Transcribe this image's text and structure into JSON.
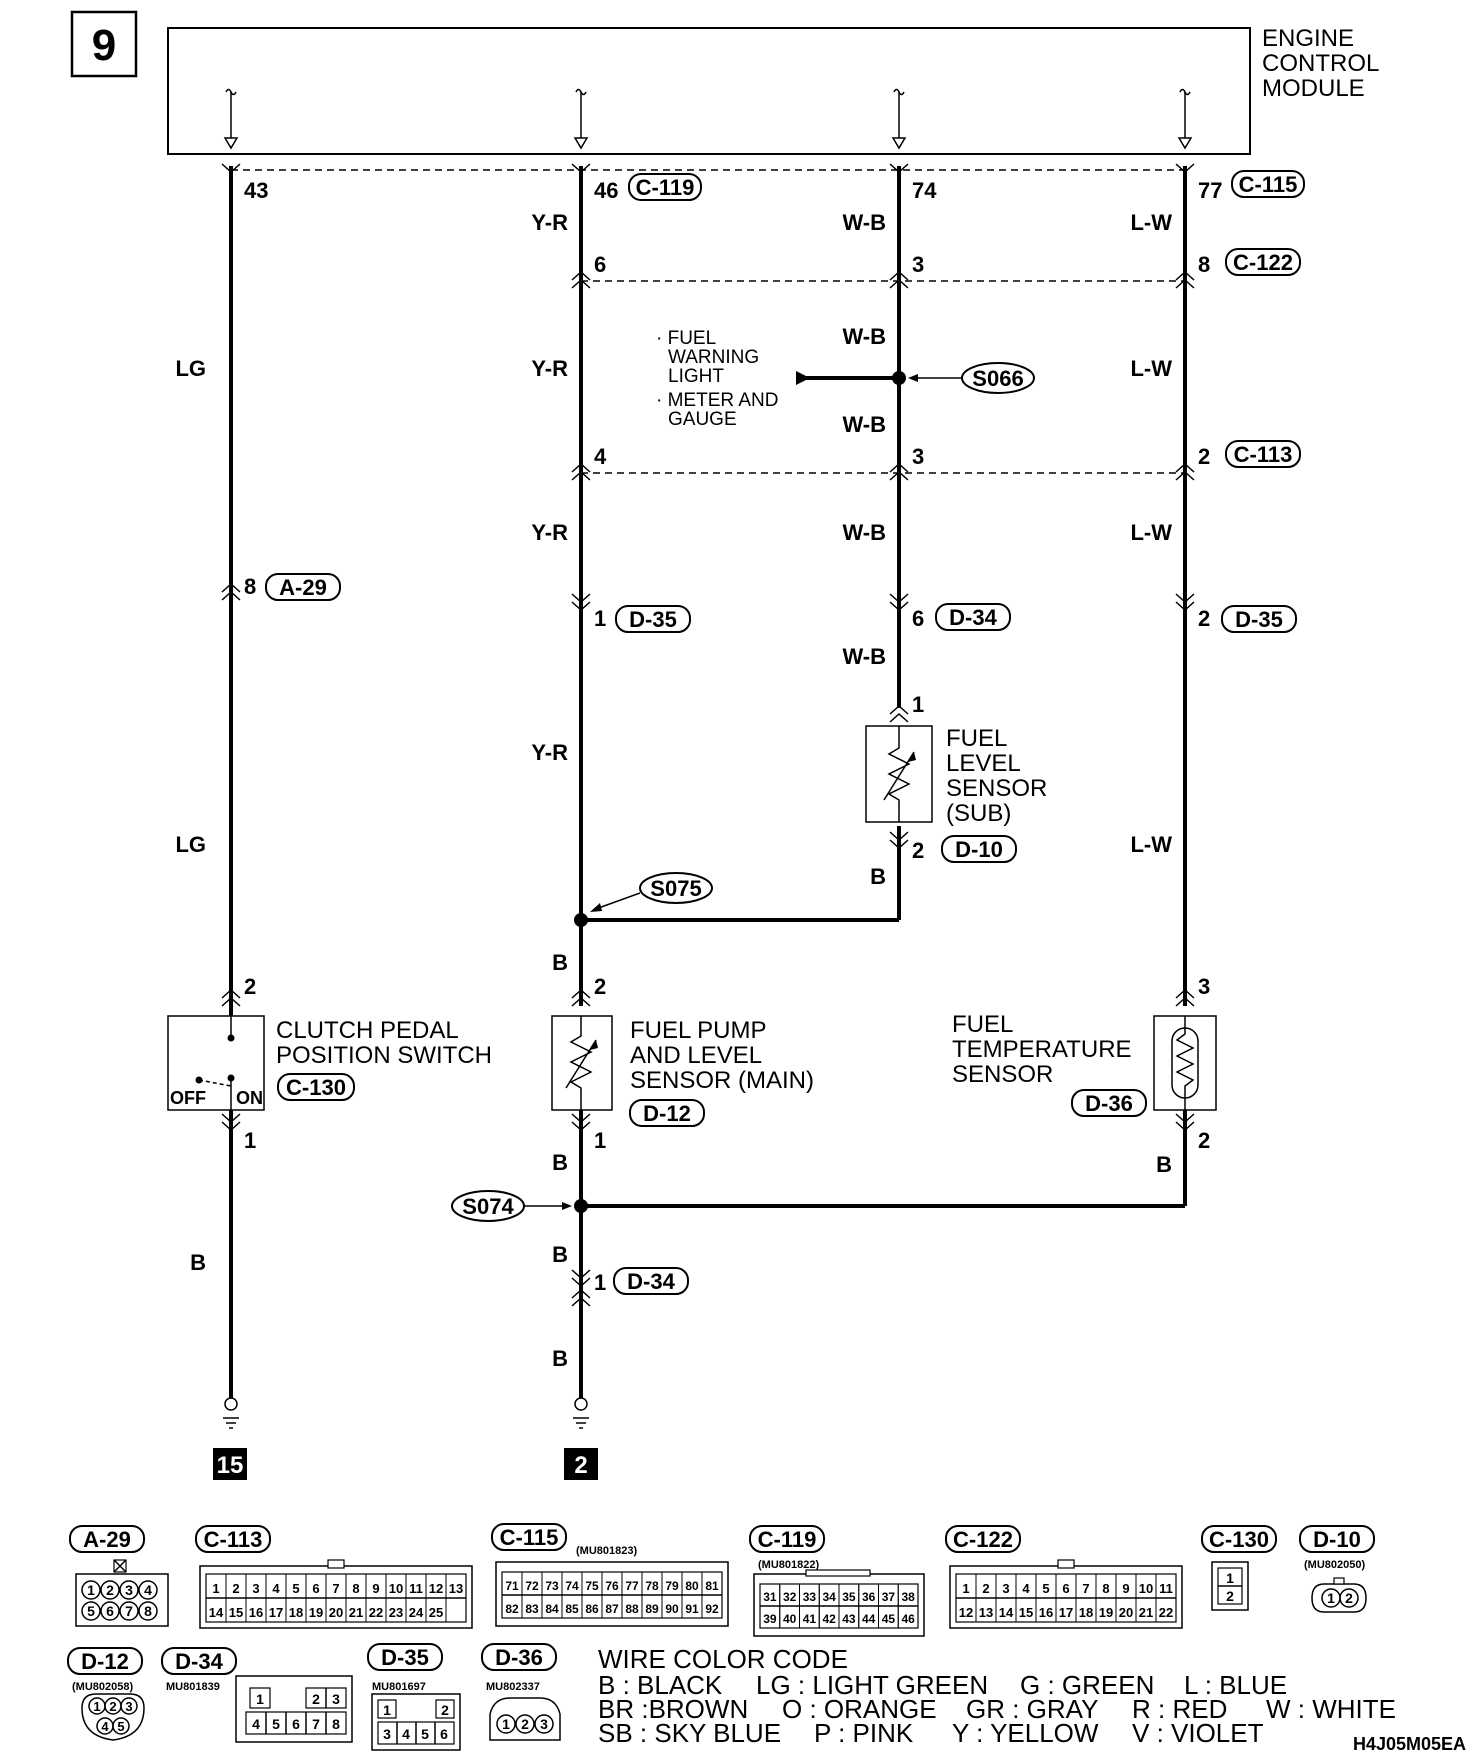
{
  "page_number": "9",
  "module_label": [
    "ENGINE",
    "CONTROL",
    "MODULE"
  ],
  "ecm_terminals": [
    {
      "pin": "43",
      "connector": ""
    },
    {
      "pin": "46",
      "connector": "C-119"
    },
    {
      "pin": "74",
      "connector": ""
    },
    {
      "pin": "77",
      "connector": "C-115"
    }
  ],
  "wire_colors": {
    "lg": "LG",
    "yr": "Y-R",
    "wb": "W-B",
    "lw": "L-W",
    "b": "B"
  },
  "junctions": [
    {
      "pins": [
        "6",
        "3",
        "8"
      ],
      "connector": "C-122"
    },
    {
      "pins": [
        "4",
        "3",
        "2"
      ],
      "connector": "C-113"
    }
  ],
  "splices": [
    "S066",
    "S075",
    "S074"
  ],
  "fuel_warning": [
    "· FUEL",
    "WARNING",
    "LIGHT",
    "· METER AND",
    "GAUGE"
  ],
  "col1": {
    "pin_a": "8",
    "conn_a": "A-29"
  },
  "col2": {
    "pin_d": "1",
    "conn_d": "D-35"
  },
  "col3": {
    "pin_d": "6",
    "conn_d": "D-34",
    "sensor_pin1": "1",
    "sensor_pin2": "2",
    "sensor_conn": "D-10"
  },
  "col4": {
    "pin_d": "2",
    "conn_d": "D-35"
  },
  "fuel_level_sensor": [
    "FUEL",
    "LEVEL",
    "SENSOR",
    "(SUB)"
  ],
  "clutch_switch": {
    "lines": [
      "CLUTCH PEDAL",
      "POSITION SWITCH"
    ],
    "connector": "C-130",
    "off": "OFF",
    "on": "ON",
    "pin_top": "2",
    "pin_bottom": "1"
  },
  "fuel_pump": {
    "lines": [
      "FUEL PUMP",
      "AND LEVEL",
      "SENSOR (MAIN)"
    ],
    "connector": "D-12",
    "pin_top": "2",
    "pin_bottom": "1"
  },
  "fuel_temp": {
    "lines": [
      "FUEL",
      "TEMPERATURE",
      "SENSOR"
    ],
    "connector": "D-36",
    "pin_top": "3",
    "pin_bottom": "2"
  },
  "ground_conn": {
    "pin": "1",
    "connector": "D-34"
  },
  "grounds": [
    "15",
    "2"
  ],
  "connector_views": [
    {
      "name": "A-29",
      "part": ""
    },
    {
      "name": "C-113",
      "part": ""
    },
    {
      "name": "C-115",
      "part": "(MU801823)"
    },
    {
      "name": "C-119",
      "part": "(MU801822)"
    },
    {
      "name": "C-122",
      "part": ""
    },
    {
      "name": "C-130",
      "part": ""
    },
    {
      "name": "D-10",
      "part": "(MU802050)"
    },
    {
      "name": "D-12",
      "part": "(MU802058)"
    },
    {
      "name": "D-34",
      "part": "MU801839"
    },
    {
      "name": "D-35",
      "part": "MU801697"
    },
    {
      "name": "D-36",
      "part": "MU802337"
    }
  ],
  "connector_pins": {
    "a29": [
      "1",
      "2",
      "3",
      "4",
      "5",
      "6",
      "7",
      "8"
    ],
    "c113": [
      "1",
      "2",
      "3",
      "4",
      "5",
      "6",
      "7",
      "8",
      "9",
      "10",
      "11",
      "12",
      "13",
      "14",
      "15",
      "16",
      "17",
      "18",
      "19",
      "20",
      "21",
      "22",
      "23",
      "24",
      "25"
    ],
    "c115": [
      "71",
      "72",
      "73",
      "74",
      "75",
      "76",
      "77",
      "78",
      "79",
      "80",
      "81",
      "82",
      "83",
      "84",
      "85",
      "86",
      "87",
      "88",
      "89",
      "90",
      "91",
      "92"
    ],
    "c119": [
      "31",
      "32",
      "33",
      "34",
      "35",
      "36",
      "37",
      "38",
      "39",
      "40",
      "41",
      "42",
      "43",
      "44",
      "45",
      "46"
    ],
    "c122": [
      "1",
      "2",
      "3",
      "4",
      "5",
      "6",
      "7",
      "8",
      "9",
      "10",
      "11",
      "12",
      "13",
      "14",
      "15",
      "16",
      "17",
      "18",
      "19",
      "20",
      "21",
      "22"
    ],
    "c130": [
      "1",
      "2"
    ],
    "d10": [
      "1",
      "2"
    ],
    "d12": [
      "1",
      "2",
      "3",
      "4",
      "5"
    ],
    "d34": [
      "1",
      "2",
      "3",
      "4",
      "5",
      "6",
      "7",
      "8"
    ],
    "d35": [
      "1",
      "2",
      "3",
      "4",
      "5",
      "6"
    ],
    "d36": [
      "1",
      "2",
      "3"
    ]
  },
  "wire_color_code": {
    "title": "WIRE COLOR CODE",
    "lines": [
      [
        "B : BLACK",
        "LG : LIGHT GREEN",
        "G : GREEN",
        "L : BLUE"
      ],
      [
        "BR :BROWN",
        "O : ORANGE",
        "GR : GRAY",
        "R : RED",
        "W : WHITE"
      ],
      [
        "SB : SKY BLUE",
        "P : PINK",
        "Y : YELLOW",
        "V : VIOLET"
      ]
    ]
  },
  "figure_code": "H4J05M05EA"
}
